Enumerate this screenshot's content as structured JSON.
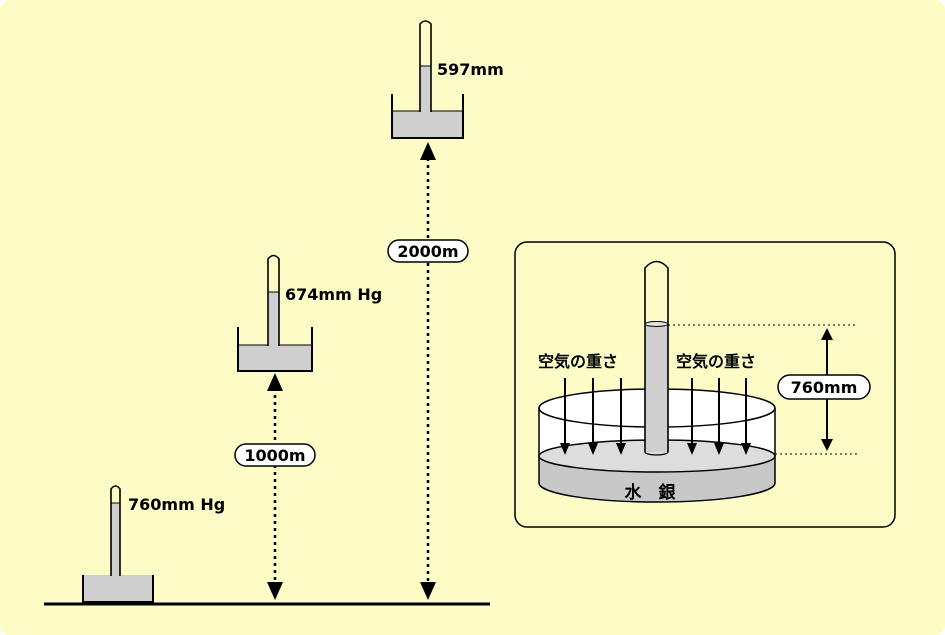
{
  "colors": {
    "background": "#fdfbc6",
    "mercury": "#cfcfcf",
    "ink": "#000000",
    "panel_bg": "#fffde8"
  },
  "barometers": {
    "sea_level": {
      "reading": "760mm Hg"
    },
    "altitude_1000": {
      "reading": "674mm Hg"
    },
    "altitude_2000": {
      "reading": "597mm"
    }
  },
  "altitudes": {
    "first": "1000m",
    "second": "2000m"
  },
  "inset": {
    "air_weight_left": "空気の重さ",
    "air_weight_right": "空気の重さ",
    "column_height": "760mm",
    "mercury_label": "水　銀"
  }
}
